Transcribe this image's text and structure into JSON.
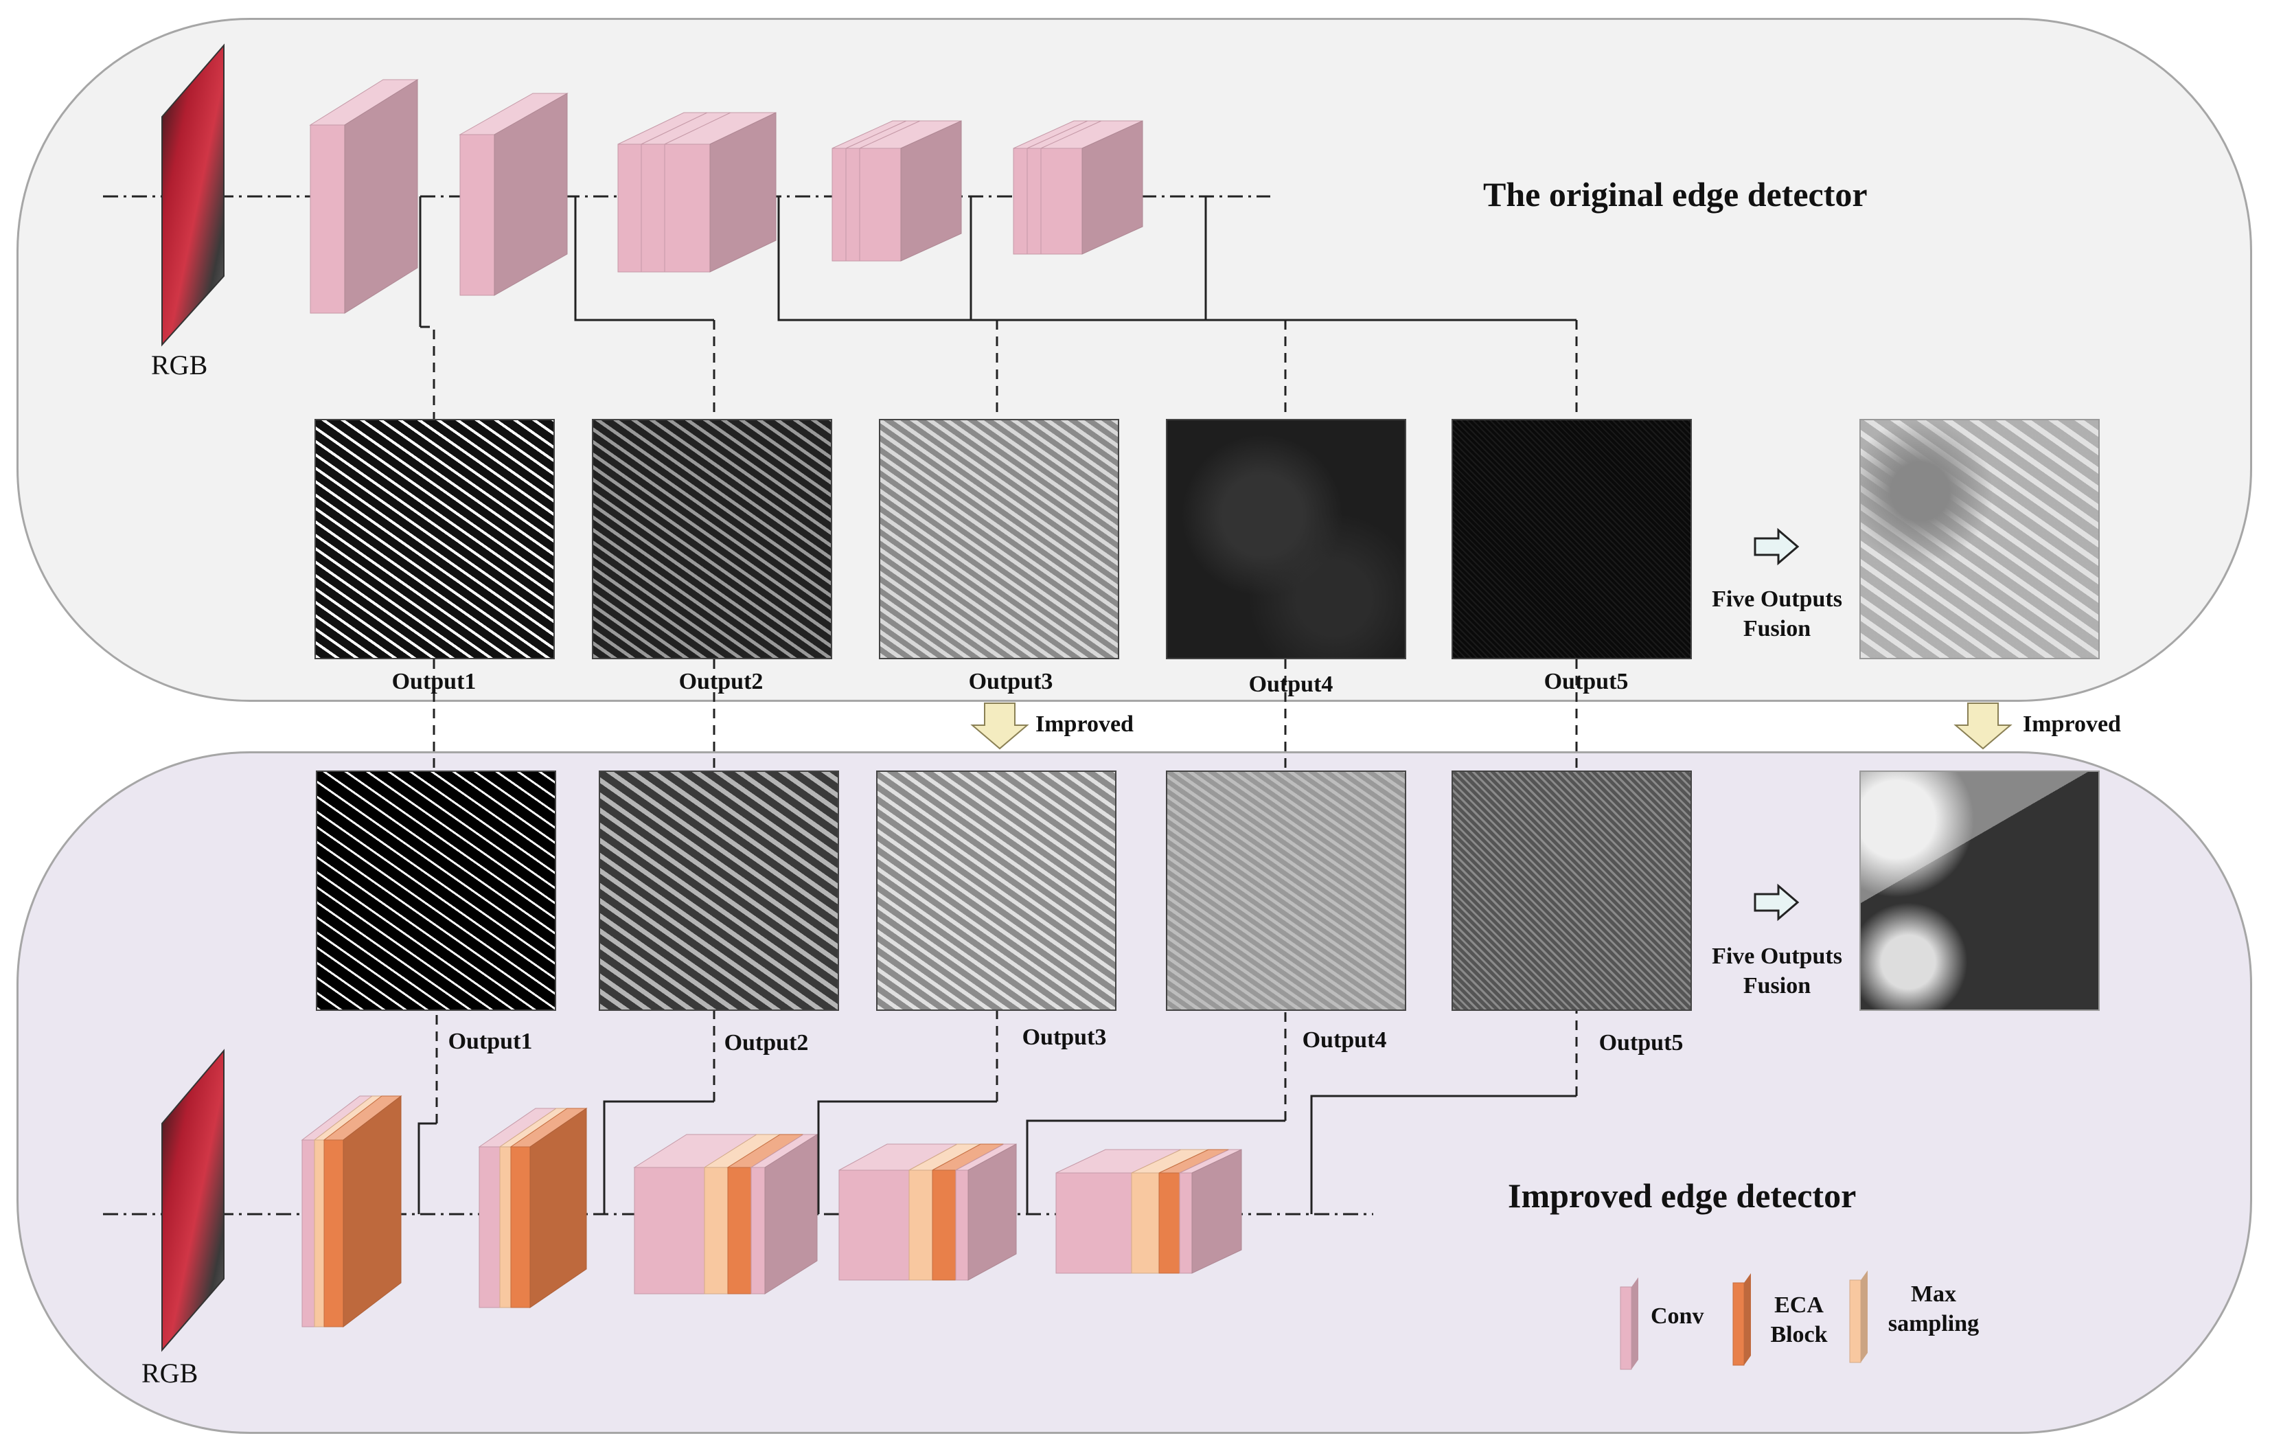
{
  "titles": {
    "original": "The original edge detector",
    "improved": "Improved edge detector"
  },
  "input": {
    "label": "RGB"
  },
  "outputs": {
    "original": [
      "Output1",
      "Output2",
      "Output3",
      "Output4",
      "Output5"
    ],
    "improved": [
      "Output1",
      "Output2",
      "Output3",
      "Output4",
      "Output5"
    ]
  },
  "fusion_label": [
    "Five Outputs",
    "Fusion"
  ],
  "improved_label": "Improved",
  "legend": {
    "conv": "Conv",
    "eca": [
      "ECA",
      "Block"
    ],
    "max": [
      "Max",
      "sampling"
    ]
  },
  "colors": {
    "conv": "#e8b4c4",
    "eca": "#e8804a",
    "max_sampling": "#f8c8a0",
    "panel_top": "#f2f2f2",
    "panel_bottom": "#ebe7f1",
    "arrow_fill": "#f4ecc0"
  }
}
